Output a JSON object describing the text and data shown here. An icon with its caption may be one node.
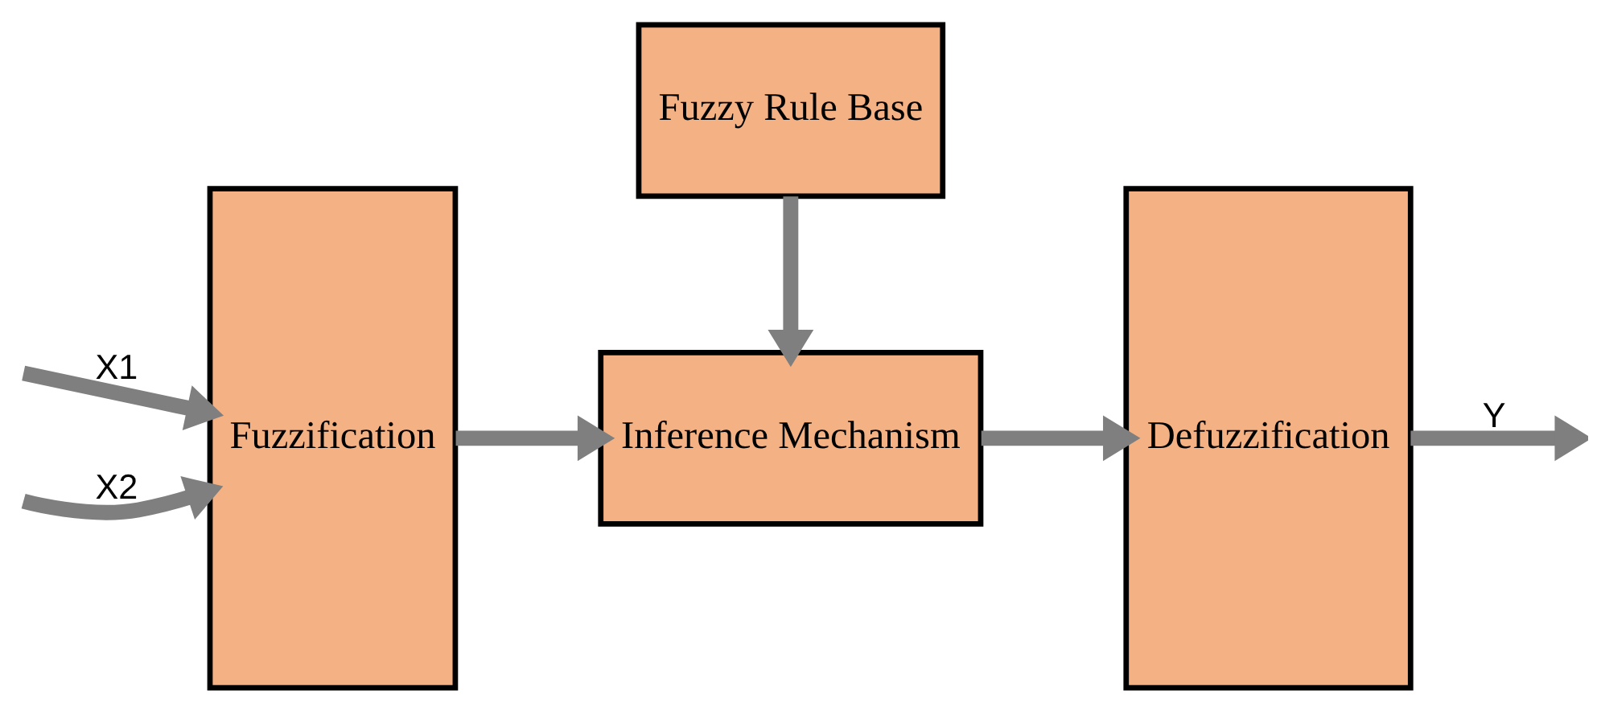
{
  "diagram": {
    "nodes": [
      {
        "text": [
          "Fuzzification"
        ]
      },
      {
        "text": [
          "Fuzzy Rule Base"
        ]
      },
      {
        "text": [
          "Inference Mechanism"
        ]
      },
      {
        "text": [
          "Defuzzification"
        ]
      }
    ],
    "edges": [
      {
        "from": null,
        "to": 0,
        "arrow": "to",
        "label": "X1"
      },
      {
        "from": null,
        "to": 0,
        "arrow": "to",
        "label": "X2"
      },
      {
        "from": 0,
        "to": 2,
        "arrow": "to"
      },
      {
        "from": 1,
        "to": 2,
        "arrow": "to"
      },
      {
        "from": 2,
        "to": 3,
        "arrow": "to"
      },
      {
        "from": 3,
        "to": null,
        "arrow": "to",
        "label": "Y"
      }
    ]
  }
}
